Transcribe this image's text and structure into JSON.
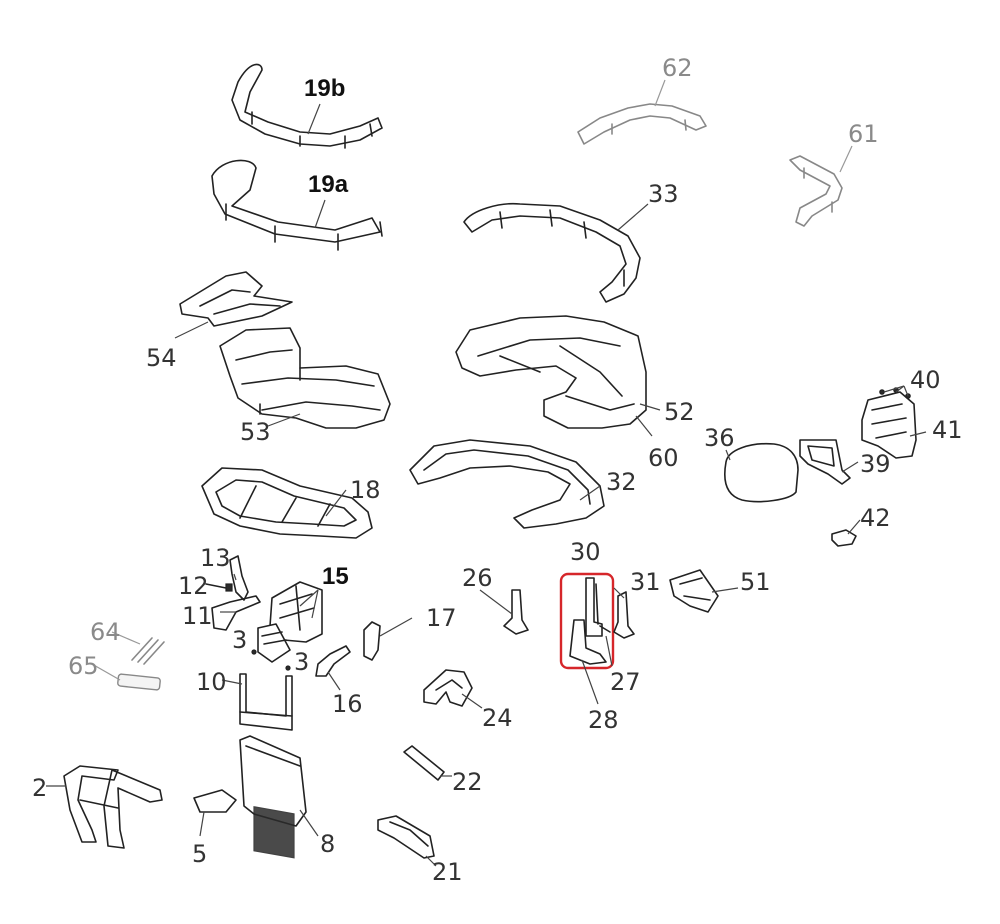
{
  "diagram": {
    "colors": {
      "highlight": "#d6262a",
      "line": "#222222",
      "faded": "#8a8a8a"
    },
    "labels": [
      {
        "id": "19b",
        "text": "19b"
      },
      {
        "id": "19a",
        "text": "19a"
      },
      {
        "id": "62",
        "text": "62"
      },
      {
        "id": "61",
        "text": "61"
      },
      {
        "id": "33",
        "text": "33"
      },
      {
        "id": "54",
        "text": "54"
      },
      {
        "id": "53",
        "text": "53"
      },
      {
        "id": "52",
        "text": "52"
      },
      {
        "id": "60",
        "text": "60"
      },
      {
        "id": "40",
        "text": "40"
      },
      {
        "id": "41",
        "text": "41"
      },
      {
        "id": "36",
        "text": "36"
      },
      {
        "id": "39",
        "text": "39"
      },
      {
        "id": "18",
        "text": "18"
      },
      {
        "id": "32",
        "text": "32"
      },
      {
        "id": "42",
        "text": "42"
      },
      {
        "id": "13",
        "text": "13"
      },
      {
        "id": "12",
        "text": "12"
      },
      {
        "id": "15",
        "text": "15"
      },
      {
        "id": "11",
        "text": "11"
      },
      {
        "id": "3a",
        "text": "3"
      },
      {
        "id": "3b",
        "text": "3"
      },
      {
        "id": "17",
        "text": "17"
      },
      {
        "id": "26",
        "text": "26"
      },
      {
        "id": "30",
        "text": "30"
      },
      {
        "id": "31",
        "text": "31"
      },
      {
        "id": "51",
        "text": "51"
      },
      {
        "id": "64",
        "text": "64"
      },
      {
        "id": "65",
        "text": "65"
      },
      {
        "id": "10",
        "text": "10"
      },
      {
        "id": "16",
        "text": "16"
      },
      {
        "id": "24",
        "text": "24"
      },
      {
        "id": "27",
        "text": "27"
      },
      {
        "id": "28",
        "text": "28"
      },
      {
        "id": "2",
        "text": "2"
      },
      {
        "id": "5",
        "text": "5"
      },
      {
        "id": "8",
        "text": "8"
      },
      {
        "id": "22",
        "text": "22"
      },
      {
        "id": "21",
        "text": "21"
      }
    ]
  }
}
